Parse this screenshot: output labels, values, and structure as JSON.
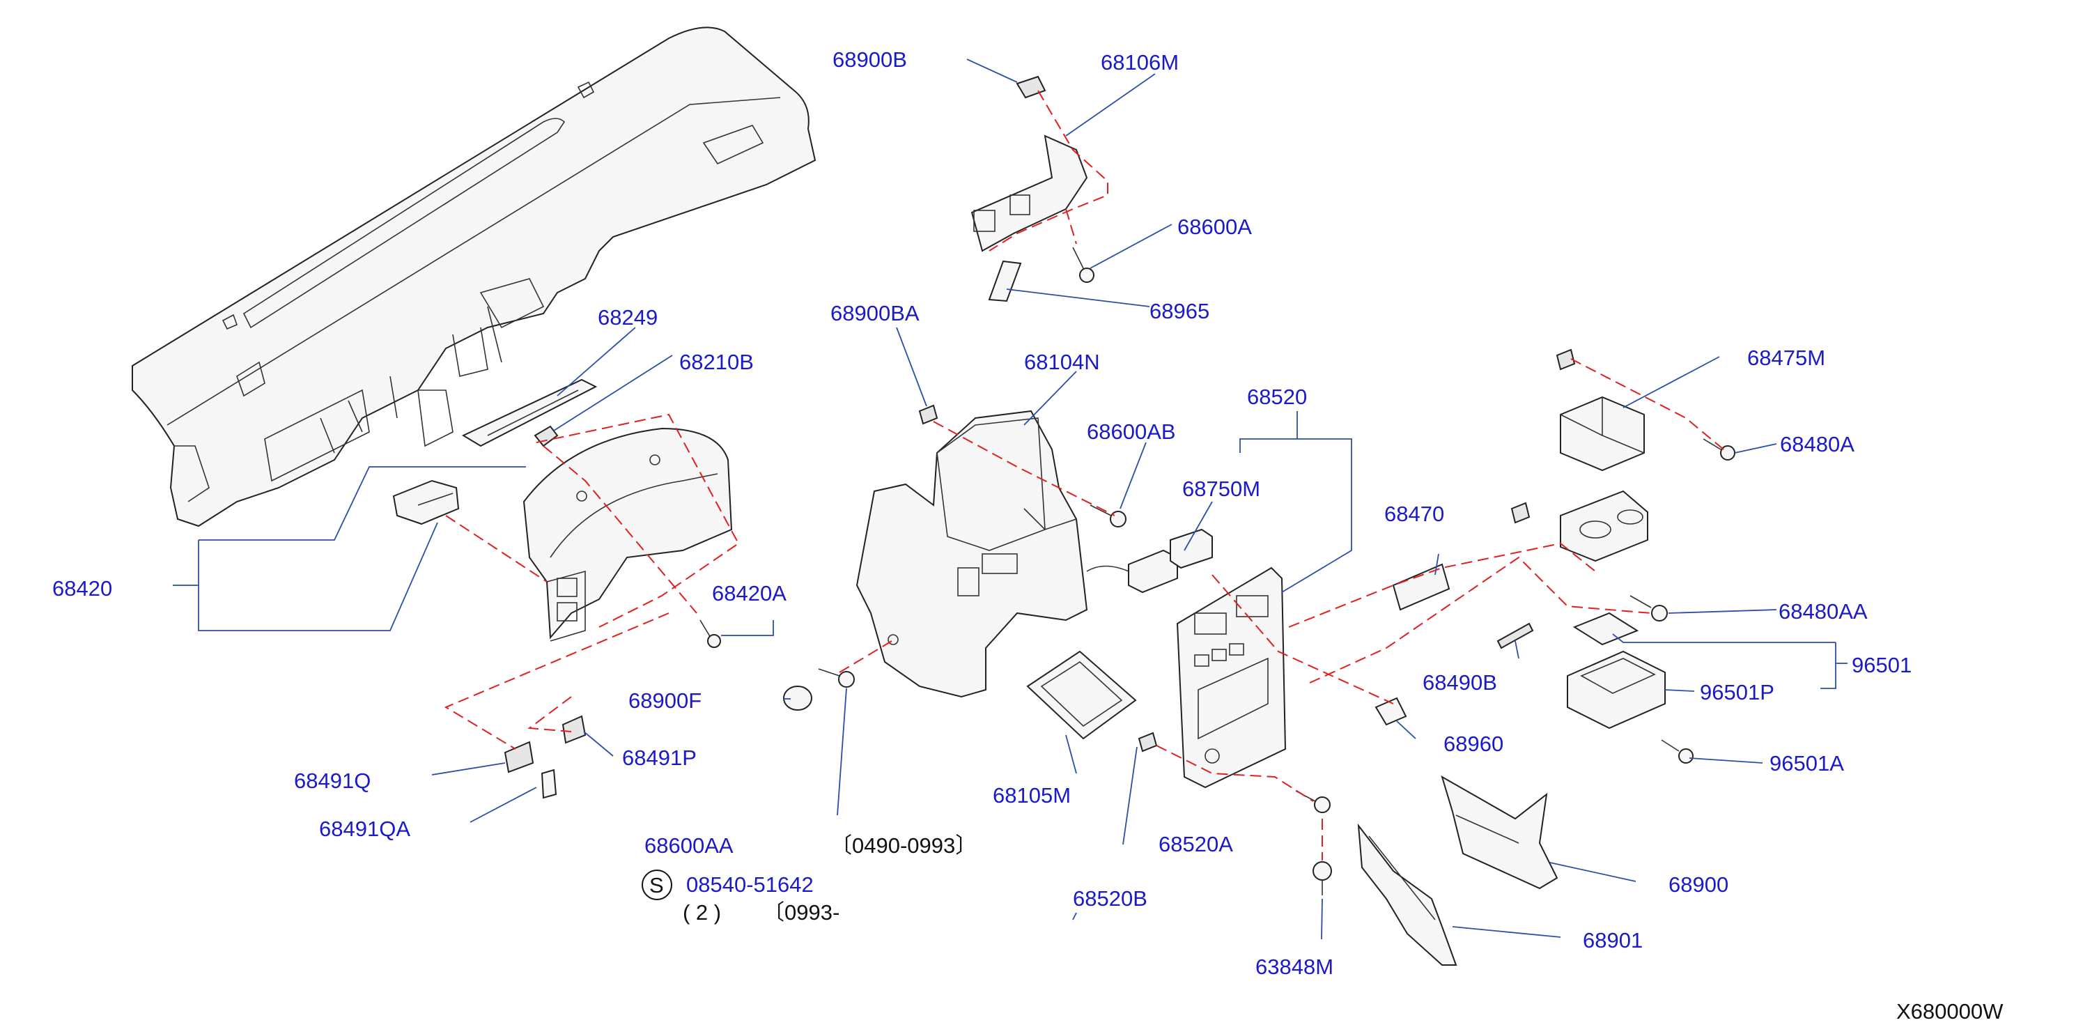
{
  "diagram_code": "X680000W",
  "notes": {
    "note_0490_0993": "〔0490-0993〕",
    "note_qty": "( 2 )",
    "note_0993": "〔0993-",
    "service_symbol": "S"
  },
  "labels": [
    {
      "id": "68900B",
      "text": "68900B"
    },
    {
      "id": "68106M",
      "text": "68106M"
    },
    {
      "id": "68600A",
      "text": "68600A"
    },
    {
      "id": "68965",
      "text": "68965"
    },
    {
      "id": "68249",
      "text": "68249"
    },
    {
      "id": "68210B",
      "text": "68210B"
    },
    {
      "id": "68900BA",
      "text": "68900BA"
    },
    {
      "id": "68104N",
      "text": "68104N"
    },
    {
      "id": "68600AB",
      "text": "68600AB"
    },
    {
      "id": "68520",
      "text": "68520"
    },
    {
      "id": "68750M",
      "text": "68750M"
    },
    {
      "id": "68475M",
      "text": "68475M"
    },
    {
      "id": "68480A",
      "text": "68480A"
    },
    {
      "id": "68470",
      "text": "68470"
    },
    {
      "id": "68420",
      "text": "68420"
    },
    {
      "id": "68420A",
      "text": "68420A"
    },
    {
      "id": "68480AA",
      "text": "68480AA"
    },
    {
      "id": "96501",
      "text": "96501"
    },
    {
      "id": "68490B",
      "text": "68490B"
    },
    {
      "id": "96501P",
      "text": "96501P"
    },
    {
      "id": "68900F",
      "text": "68900F"
    },
    {
      "id": "68960",
      "text": "68960"
    },
    {
      "id": "68491P",
      "text": "68491P"
    },
    {
      "id": "68105M",
      "text": "68105M"
    },
    {
      "id": "96501A",
      "text": "96501A"
    },
    {
      "id": "68491Q",
      "text": "68491Q"
    },
    {
      "id": "68491QA",
      "text": "68491QA"
    },
    {
      "id": "68600AA",
      "text": "68600AA"
    },
    {
      "id": "68520A",
      "text": "68520A"
    },
    {
      "id": "68900",
      "text": "68900"
    },
    {
      "id": "08540-51642",
      "text": "08540-51642"
    },
    {
      "id": "68520B",
      "text": "68520B"
    },
    {
      "id": "68901",
      "text": "68901"
    },
    {
      "id": "63848M",
      "text": "63848M"
    }
  ]
}
